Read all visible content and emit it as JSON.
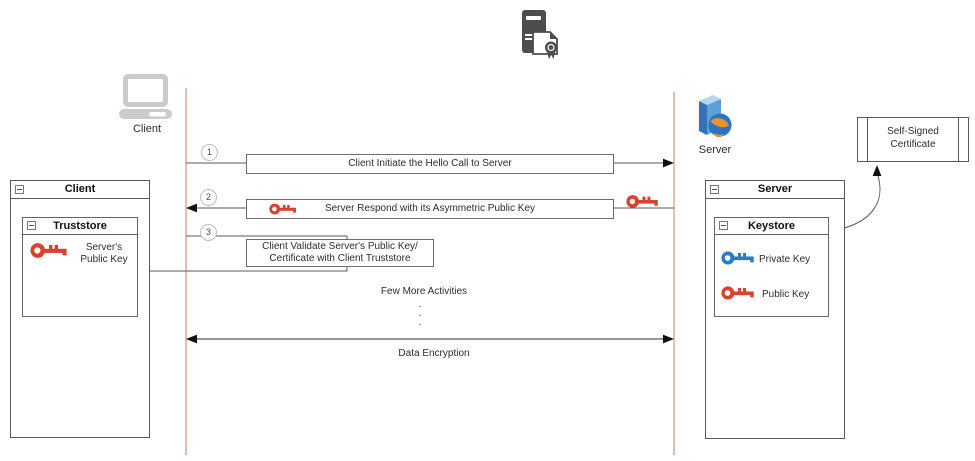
{
  "diagram_title_icon": "server-certificate-icon",
  "colors": {
    "lifeline": "#e2a49d",
    "line": "#595959",
    "red_key": "#d6432e",
    "blue_key": "#2e7cc0",
    "dark_icon": "#4d4d4d",
    "laptop_gray": "#cbcbcb"
  },
  "client_actor": {
    "label": "Client"
  },
  "server_actor": {
    "label": "Server"
  },
  "messages": [
    {
      "num": "1",
      "label": "Client Initiate the Hello Call to Server"
    },
    {
      "num": "2",
      "label": "Server Respond with its Asymmetric Public Key"
    },
    {
      "num": "3",
      "line1": "Client Validate Server's Public Key/",
      "line2": "Certificate with Client Truststore"
    }
  ],
  "annotations": {
    "few_more": "Few More Activities",
    "dots": [
      ".",
      ".",
      "."
    ],
    "data_encryption": "Data Encryption"
  },
  "client_box": {
    "title": "Client",
    "truststore": {
      "title": "Truststore",
      "key_line1": "Server's",
      "key_line2": "Public Key"
    }
  },
  "server_box": {
    "title": "Server",
    "keystore": {
      "title": "Keystore",
      "private_key": "Private Key",
      "public_key": "Public Key"
    }
  },
  "certificate": {
    "line1": "Self-Signed",
    "line2": "Certificate"
  }
}
